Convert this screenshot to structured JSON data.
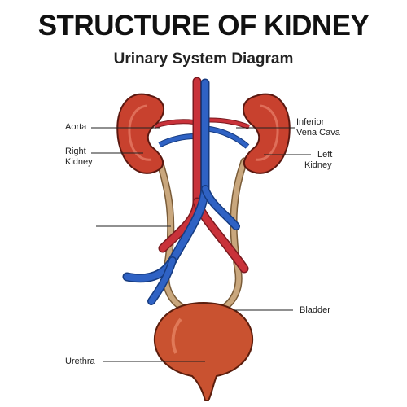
{
  "title": "STRUCTURE OF KIDNEY",
  "subtitle": "Urinary System Diagram",
  "labels": {
    "aorta": "Aorta",
    "right_kidney": [
      "Right",
      "Kidney"
    ],
    "inferior_vena_cava": [
      "Inferior",
      "Vena Cava"
    ],
    "left_kidney": [
      "Left",
      "Kidney"
    ],
    "ureter": "",
    "bladder": "Bladder",
    "urethra": "Urethra"
  },
  "stock_id": "669529204",
  "colors": {
    "kidney": "#c8412e",
    "kidney_dark": "#8e2a1c",
    "artery": "#c9323a",
    "vein": "#2f62c4",
    "ureter": "#c9a77d",
    "bladder": "#c95230"
  }
}
